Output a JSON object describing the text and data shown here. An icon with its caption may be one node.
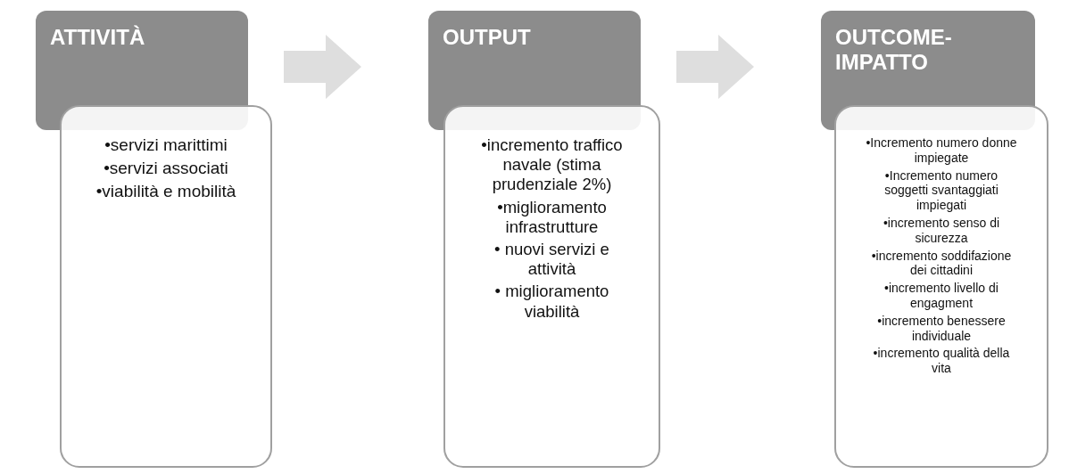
{
  "diagram": {
    "nodes": [
      {
        "text": [
          "ATTIVITÀ"
        ]
      },
      {
        "text": [
          "•servizi marittimi",
          "•servizi associati",
          "•viabilità e mobilità"
        ]
      },
      {
        "text": [
          "OUTPUT"
        ]
      },
      {
        "text": [
          "•incremento traffico navale (stima prudenziale 2%)",
          "•miglioramento infrastrutture",
          "• nuovi servizi e attività",
          "• miglioramento viabilità"
        ]
      },
      {
        "text": [
          "OUTCOME- IMPATTO"
        ]
      },
      {
        "text": [
          "•Incremento numero donne impiegate",
          "•Incremento numero soggetti svantaggiati impiegati",
          "•incremento senso di sicurezza",
          "•incremento soddifazione dei cittadini",
          "•incremento livello di engagment",
          "•incremento benessere individuale",
          "•incremento qualità della vita"
        ]
      }
    ],
    "edges": [
      {
        "from": 0,
        "to": 2,
        "arrow": "to",
        "style": "thick"
      },
      {
        "from": 2,
        "to": 4,
        "arrow": "to",
        "style": "thick"
      }
    ]
  }
}
